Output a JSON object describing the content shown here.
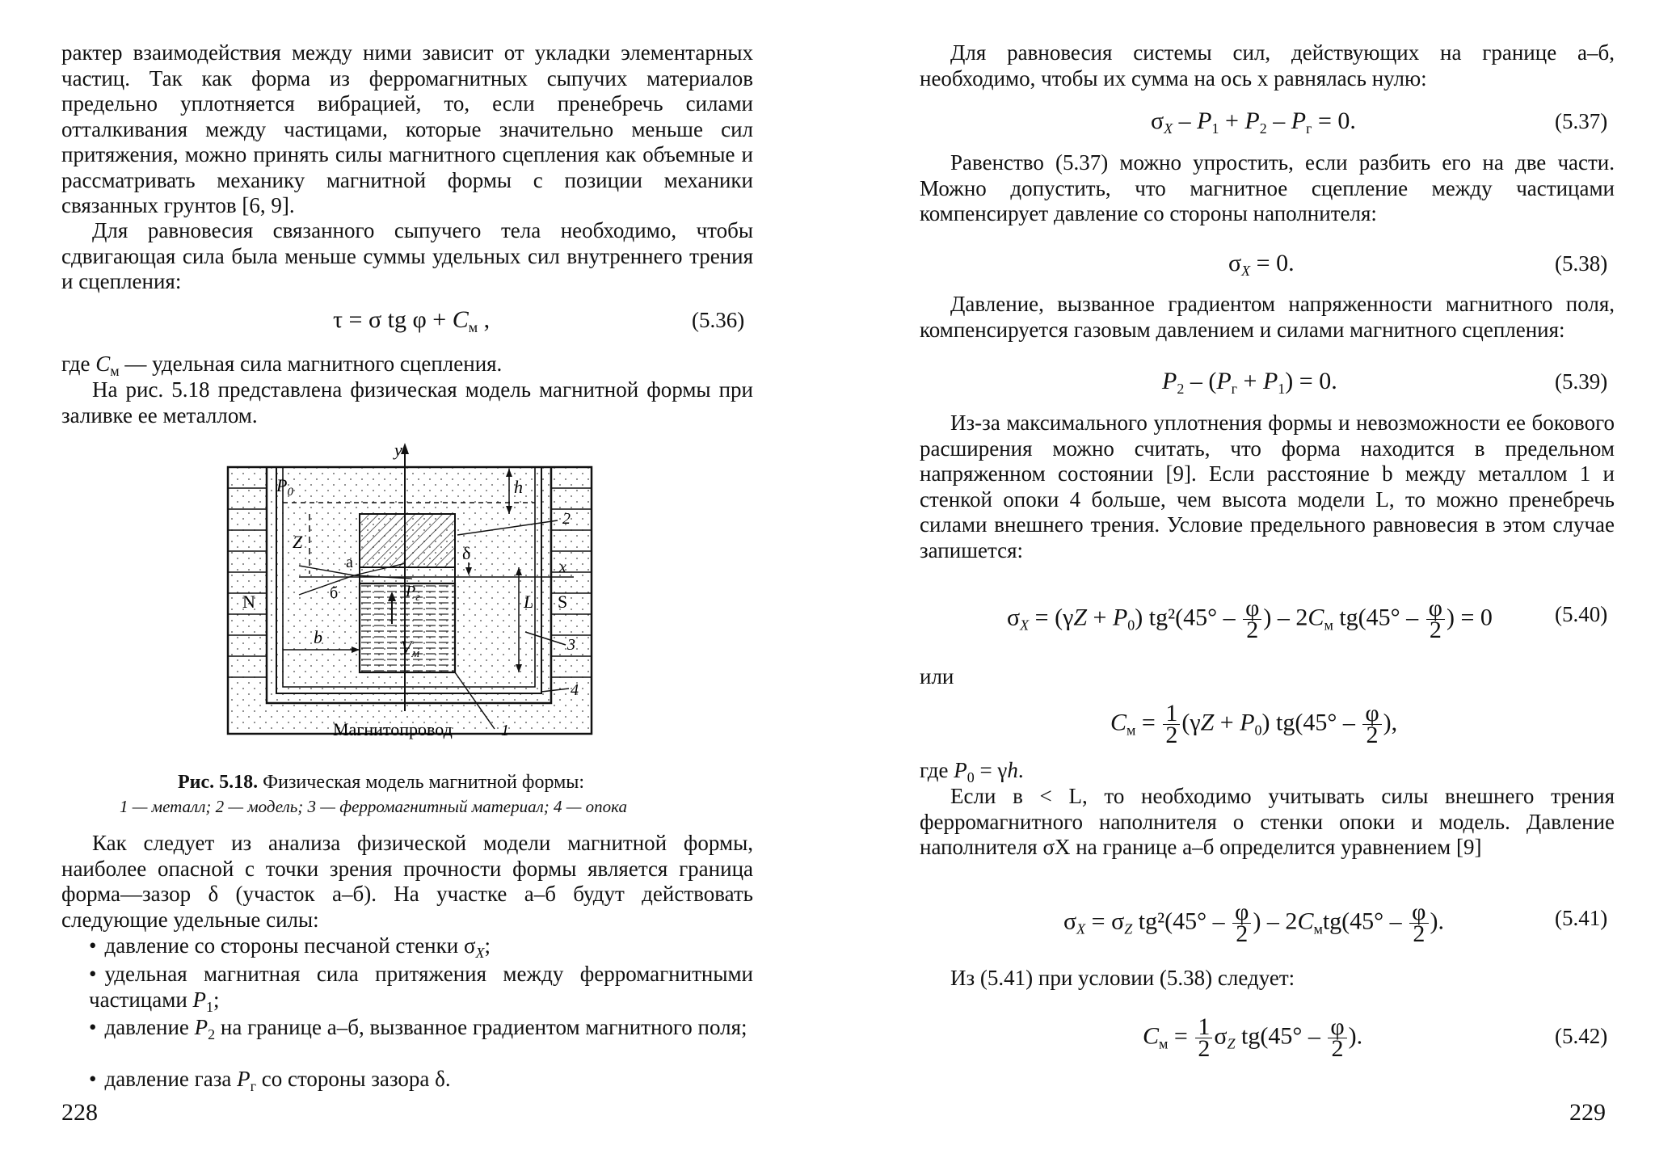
{
  "left": {
    "p1": "рактер взаимодействия между ними зависит от укладки элементарных частиц. Так как форма из ферромагнитных сыпучих материалов предельно уплотняется вибрацией, то, если пренебречь силами отталкивания между частицами, которые значительно меньше сил притяжения, можно принять силы магнитного сцепления как объемные и рассматривать механику магнитной формы с позиции механики связанных грунтов [6, 9].",
    "p2": "Для равновесия связанного сыпучего тела необходимо, чтобы сдвигающая сила была меньше суммы удельных сил внутреннего трения и сцепления:",
    "eq536": "τ = σ tg φ + Cм ,",
    "eq536_num": "(5.36)",
    "p3": "где Cм — удельная сила магнитного сцепления.",
    "p4": "На рис. 5.18 представлена физическая модель магнитной формы при заливке ее металлом.",
    "figure": {
      "labels": {
        "y": "y",
        "x": "x",
        "P0": "P0",
        "h": "h",
        "Z": "Z",
        "a": "а",
        "b_cyr": "б",
        "delta": "δ",
        "Pg": "Pг",
        "N": "N",
        "S": "S",
        "L": "L",
        "b": "b",
        "Vm": "Vм",
        "n1": "1",
        "n2": "2",
        "n3": "3",
        "n4": "4"
      },
      "magnet_label": "Магнитопровод"
    },
    "caption_title": "Рис. 5.18. Физическая модель магнитной формы:",
    "caption_legend": "1 — металл; 2 — модель; 3 — ферромагнитный материал; 4 — опока",
    "p5": "Как следует из анализа физической модели магнитной формы, наиболее опасной с точки зрения прочности формы является граница форма—зазор δ (участок а–б). На участке а–б будут действовать следующие удельные силы:",
    "bullets": [
      "давление со стороны песчаной стенки σX;",
      "удельная магнитная сила притяжения между ферромагнитными частицами P1;",
      "давление P2 на границе а–б, вызванное градиентом магнитного поля;",
      "давление газа Pг со стороны зазора δ."
    ],
    "page_number": "228"
  },
  "right": {
    "p1": "Для равновесия системы сил, действующих на границе а–б, необходимо, чтобы их сумма на ось x равнялась нулю:",
    "eq537": "σX – P1 + P2 – Pг = 0.",
    "eq537_num": "(5.37)",
    "p2": "Равенство (5.37) можно упростить, если разбить его на две части. Можно допустить, что магнитное сцепление между частицами компенсирует давление со стороны наполнителя:",
    "eq538": "σX = 0.",
    "eq538_num": "(5.38)",
    "p3": "Давление, вызванное градиентом напряженности магнитного поля, компенсируется газовым давлением и силами магнитного сцепления:",
    "eq539": "P2 – (Pг + P1) = 0.",
    "eq539_num": "(5.39)",
    "p4": "Из-за максимального уплотнения формы и невозможности ее бокового расширения можно считать, что форма находится в предельном напряженном состоянии [9]. Если расстояние b между металлом 1 и стенкой опоки 4 больше, чем высота модели L, то можно пренебречь силами внешнего трения. Условие предельного равновесия в этом случае запишется:",
    "eq540": "σX = (γZ + P0) tg²(45° – φ/2) – 2Cм tg(45° – φ/2) = 0",
    "eq540_num": "(5.40)",
    "or": "или",
    "eq_cm": "Cм = 1/2 (γZ + P0) tg(45° – φ/2),",
    "where": "где P0 = γh.",
    "p5": "Если в < L, то необходимо учитывать силы внешнего трения ферромагнитного наполнителя о стенки опоки и модель. Давление наполнителя σX на границе а–б определится уравнением [9]",
    "eq541": "σX = σZ tg²(45° – φ/2) – 2Cм tg(45° – φ/2).",
    "eq541_num": "(5.41)",
    "p6": "Из (5.41) при условии (5.38) следует:",
    "eq542": "Cм = 1/2 σZ tg(45° – φ/2).",
    "eq542_num": "(5.42)",
    "page_number": "229"
  }
}
